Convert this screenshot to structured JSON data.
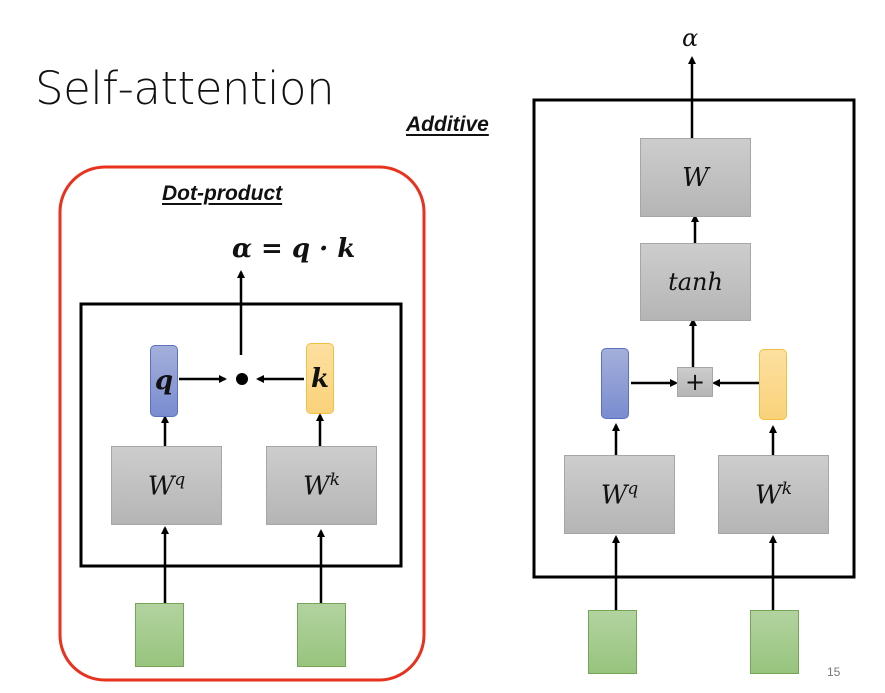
{
  "slide": {
    "title": "Self-attention",
    "page_number": "15"
  },
  "dot_product": {
    "label": "Dot-product",
    "formula": "α = q · k",
    "query_vector_label": "q",
    "key_vector_label": "k",
    "query_weight_label": "W",
    "query_weight_sup": "q",
    "key_weight_label": "W",
    "key_weight_sup": "k",
    "operator": "•",
    "highlight_color": "#e8321e"
  },
  "additive": {
    "label": "Additive",
    "output_label": "α",
    "weight_label": "W",
    "activation_label": "tanh",
    "operator": "+",
    "query_weight_label": "W",
    "query_weight_sup": "q",
    "key_weight_label": "W",
    "key_weight_sup": "k"
  },
  "colors": {
    "query": "#7a8cd0",
    "key": "#f9d27a",
    "input": "#98c47e",
    "weight": "#bfbfbf"
  }
}
